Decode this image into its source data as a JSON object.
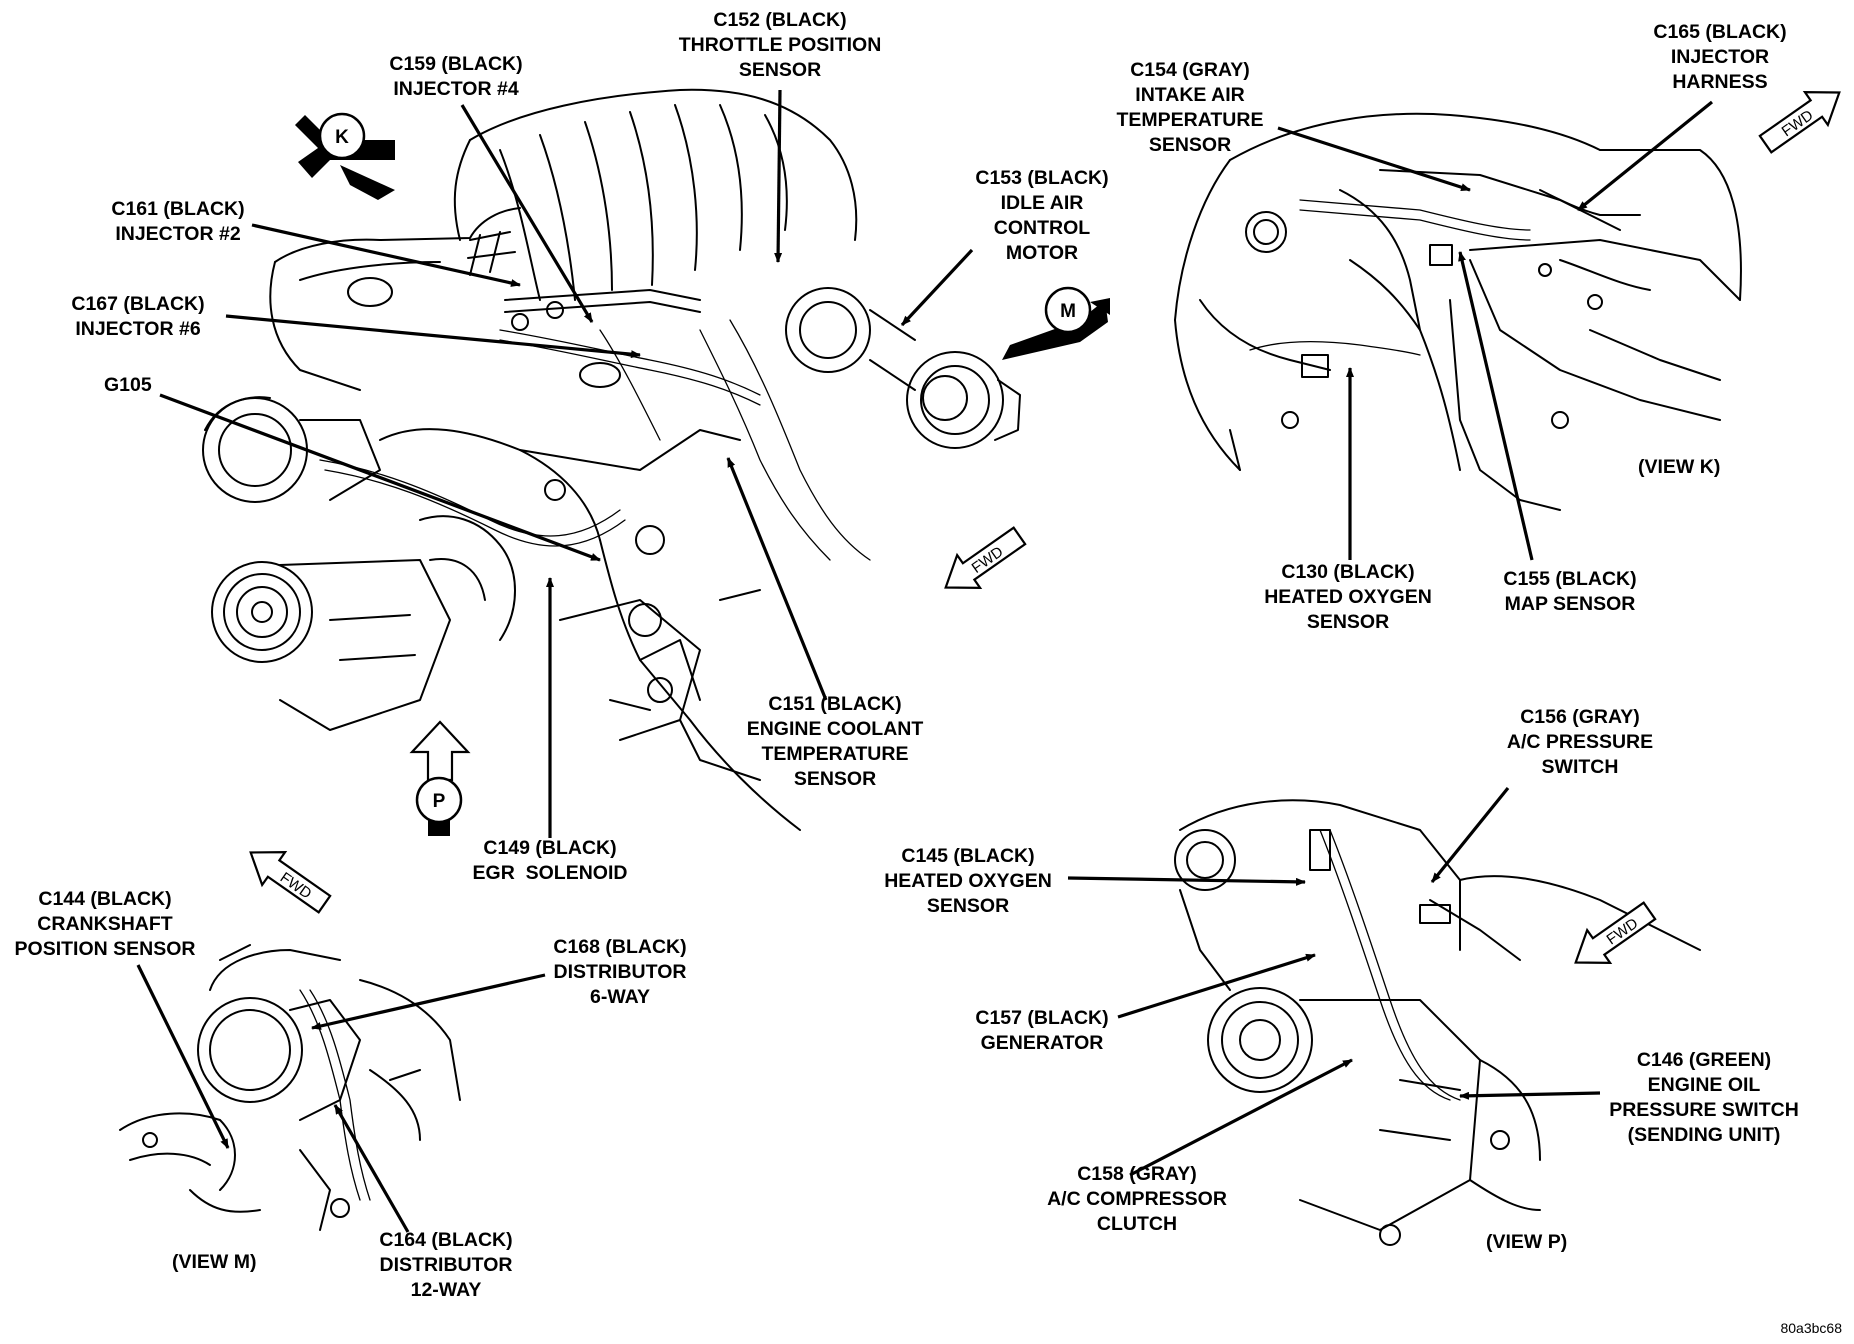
{
  "callouts": {
    "c152": "C152 (BLACK)\nTHROTTLE POSITION\nSENSOR",
    "c159": "C159 (BLACK)\nINJECTOR #4",
    "c161": "C161 (BLACK)\nINJECTOR #2",
    "c167": "C167 (BLACK)\nINJECTOR #6",
    "g105": "G105",
    "c153": "C153 (BLACK)\nIDLE AIR\nCONTROL\nMOTOR",
    "c151": "C151 (BLACK)\nENGINE COOLANT\nTEMPERATURE\nSENSOR",
    "c149": "C149 (BLACK)\nEGR  SOLENOID",
    "c154": "C154 (GRAY)\nINTAKE AIR\nTEMPERATURE\nSENSOR",
    "c165": "C165 (BLACK)\nINJECTOR\nHARNESS",
    "c130": "C130 (BLACK)\nHEATED OXYGEN\nSENSOR",
    "c155": "C155 (BLACK)\nMAP SENSOR",
    "c144": "C144 (BLACK)\nCRANKSHAFT\nPOSITION SENSOR",
    "c168": "C168 (BLACK)\nDISTRIBUTOR\n6-WAY",
    "c164": "C164 (BLACK)\nDISTRIBUTOR\n12-WAY",
    "c156": "C156 (GRAY)\nA/C PRESSURE\nSWITCH",
    "c145": "C145 (BLACK)\nHEATED OXYGEN\nSENSOR",
    "c157": "C157 (BLACK)\nGENERATOR",
    "c146": "C146 (GREEN)\nENGINE OIL\nPRESSURE SWITCH\n(SENDING UNIT)",
    "c158": "C158 (GRAY)\nA/C COMPRESSOR\nCLUTCH"
  },
  "views": {
    "k": "(VIEW K)",
    "m": "(VIEW M)",
    "p": "(VIEW P)"
  },
  "view_markers": {
    "k": "K",
    "m": "M",
    "p": "P"
  },
  "fwd_label": "FWD",
  "figure_code": "80a3bc68"
}
